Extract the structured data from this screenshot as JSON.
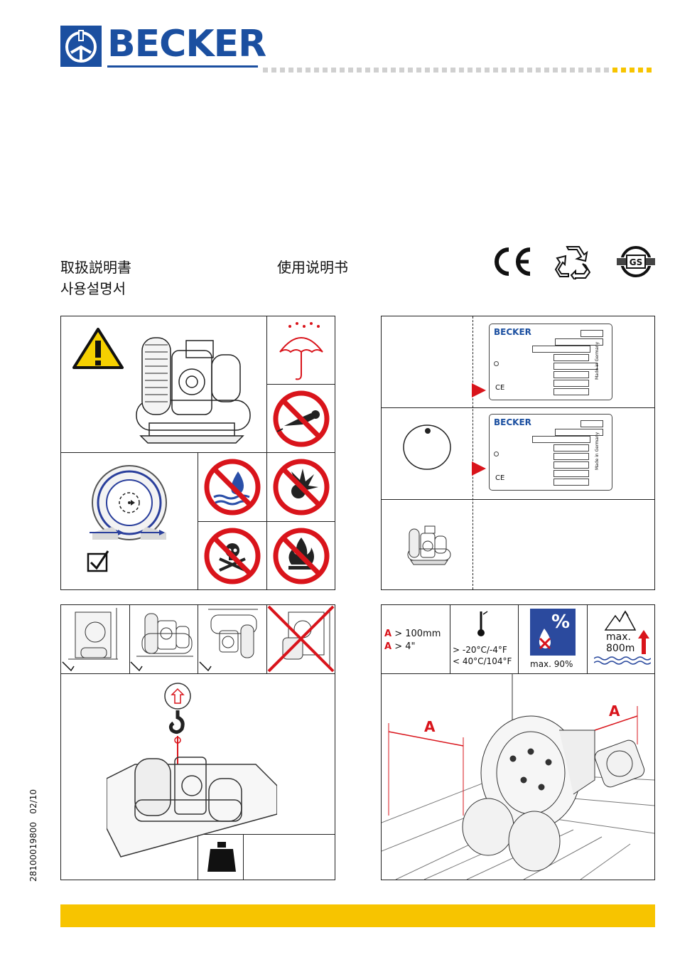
{
  "brand": {
    "name": "BECKER"
  },
  "titles": {
    "japanese": "取扱説明書",
    "korean": "사용설명서",
    "chinese": "使用说明书"
  },
  "certifications": [
    "CE",
    "recycle",
    "gs-mark"
  ],
  "nameplate": {
    "brand": "BECKER",
    "origin": "Made in Germany",
    "ce": "CE"
  },
  "installation": {
    "clearance_label": "A",
    "clearance_mm": "> 100mm",
    "clearance_in": "> 4\"",
    "temp_min": "> -20°C/-4°F",
    "temp_max": "< 40°C/104°F",
    "humidity_symbol": "%",
    "humidity_max": "max. 90%",
    "altitude_label": "max.",
    "altitude_value": "800m"
  },
  "document": {
    "number": "28100019800",
    "date": "02/10"
  },
  "colors": {
    "brand_blue": "#1b4fa0",
    "accent_yellow": "#f7c400",
    "warning_red": "#d9141b"
  }
}
